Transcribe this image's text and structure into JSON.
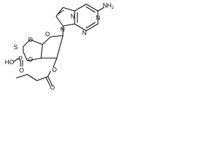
{
  "molecule": {
    "atom_labels": {
      "amine": "NH",
      "amine_sub": "2",
      "n_ring_1": "N",
      "n_ring_2": "N",
      "n_ring_3": "N",
      "n_ring_4": "N",
      "ring_oxygen": "O",
      "sulfur": "S",
      "phosphorus": "P",
      "hydroxyl": "HO",
      "phosphoryl_oxygen": "O",
      "phosphate_oxygen_1": "O",
      "phosphate_oxygen_2": "O",
      "ester_oxygen": "O",
      "carbonyl_oxygen": "O"
    },
    "colors": {
      "ink": "#000000",
      "background": "#ffffff"
    }
  }
}
